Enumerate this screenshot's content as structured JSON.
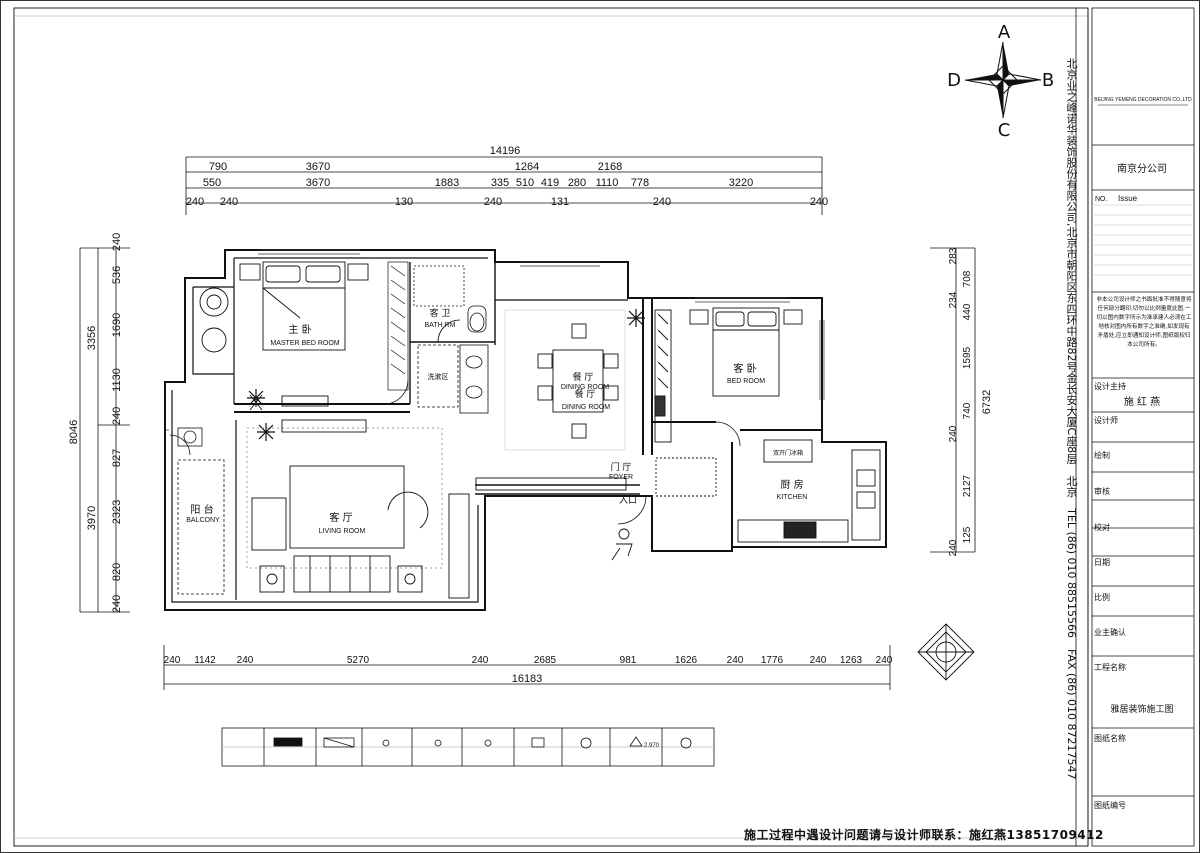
{
  "compass": {
    "n": "A",
    "e": "B",
    "s": "C",
    "w": "D"
  },
  "dims": {
    "top_total": "14196",
    "top_row1": [
      "790",
      "3670",
      "1264",
      "2168"
    ],
    "top_row2": [
      "550",
      "3670",
      "1883",
      "335",
      "510",
      "419",
      "280",
      "1110",
      "778",
      "3220"
    ],
    "top_row3": [
      "240",
      "240",
      "130",
      "240",
      "131",
      "240",
      "240"
    ],
    "left_outer": [
      "8046"
    ],
    "left_mid": [
      "3356",
      "3970"
    ],
    "left_inner": [
      "240",
      "536",
      "1690",
      "1130",
      "240",
      "827",
      "2323",
      "820",
      "240"
    ],
    "right_outer": [
      "6732"
    ],
    "right_inner": [
      "283",
      "708",
      "234",
      "440",
      "1595",
      "740",
      "240",
      "2127",
      "125",
      "240"
    ],
    "bottom_row": [
      "240",
      "1142",
      "240",
      "5270",
      "240",
      "2685",
      "981",
      "1626",
      "240",
      "1776",
      "240",
      "1263",
      "240"
    ],
    "bottom_total": "16183"
  },
  "rooms": {
    "master_cn": "主 卧",
    "master_en": "MASTER BED ROOM",
    "bath_cn": "客 卫",
    "bath_en": "BATH RM",
    "wash_cn": "洗漱区",
    "dining_cn": "餐 厅",
    "dining_en": "DINING ROOM",
    "dining2_cn": "餐 厅",
    "dining2_en": "DINING ROOM",
    "bed_cn": "客 卧",
    "bed_en": "BED ROOM",
    "foyer_cn": "门 厅",
    "foyer_en": "FOYER",
    "entrance": "入口",
    "kitchen_cn": "厨 房",
    "kitchen_en": "KITCHEN",
    "fridge": "双开门冰箱",
    "living_cn": "客 厅",
    "living_en": "LIVING ROOM",
    "balcony_cn": "阳 台",
    "balcony_en": "BALCONY"
  },
  "legend": {
    "level": "2.970"
  },
  "title_block": {
    "company_en": "BEIJING YEMENG DECORATION CO.,LTD",
    "branch": "南京分公司",
    "issue_no": "NO.",
    "issue": "Issue",
    "notice": "非本公司设计师之书面批准不得随意将任何部分翻印,切勿以比例量度此图,一切以图内数字所示为准承建人必须在工地核对图内所有数字之准确,如发现有矛盾处,应立即通知设计师,图纸版权归本公司所有。",
    "designer_head_label": "设计主持",
    "designer_head": "施 红 燕",
    "designer_label": "设计师",
    "drawer_label": "绘制",
    "review_label": "审核",
    "proof_label": "校对",
    "date_label": "日期",
    "scale_label": "比例",
    "client_label": "业主确认",
    "project_label": "工程名称",
    "project_name": "雅居装饰施工图",
    "drawing_name_label": "图纸名称",
    "drawing_no_label": "图纸编号"
  },
  "vertical_company": "北京业之峰诺华装饰股份有限公司,北京市朝阳区东四环中路82号金长安大厦C座8层　北京　TEL (86) 010 88515566　FAX (86) 010 87217547",
  "footer": "施工过程中遇设计问题请与设计师联系：施红燕13851709412"
}
